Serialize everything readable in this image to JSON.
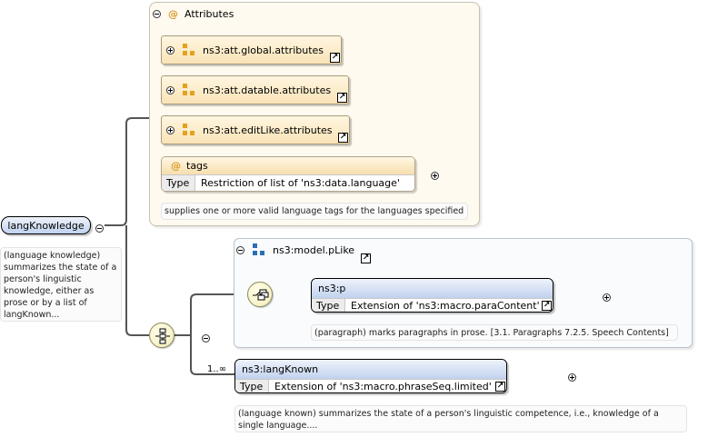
{
  "root": {
    "name": "langKnowledge",
    "doc": "(language knowledge) summarizes the state of a person's linguistic knowledge, either as prose or by a list of langKnown..."
  },
  "attributes": {
    "title": "Attributes",
    "groups": [
      {
        "label": "ns3:att.global.attributes"
      },
      {
        "label": "ns3:att.datable.attributes"
      },
      {
        "label": "ns3:att.editLike.attributes"
      }
    ],
    "tags": {
      "name": "tags",
      "type_key": "Type",
      "type_value": "Restriction of list of 'ns3:data.language'",
      "doc": "supplies one or more valid language tags for the languages specified"
    }
  },
  "model_group": {
    "label": "ns3:model.pLike",
    "p": {
      "name": "ns3:p",
      "type_key": "Type",
      "type_value": "Extension of 'ns3:macro.paraContent'",
      "doc": "(paragraph) marks paragraphs in prose. [3.1. Paragraphs 7.2.5. Speech Contents]"
    }
  },
  "lang_known": {
    "name": "ns3:langKnown",
    "cardinality": "1..∞",
    "type_key": "Type",
    "type_value": "Extension of 'ns3:macro.phraseSeq.limited'",
    "doc": "(language known) summarizes the state of a person's linguistic competence, i.e., knowledge of a single language...."
  },
  "icons": {
    "expand": "plus-circle-icon",
    "collapse": "minus-circle-icon",
    "attribute": "at-sign-icon",
    "attribute_group": "attribute-group-icon",
    "model_group": "model-group-icon",
    "shortcut": "shortcut-arrow-icon",
    "sequence": "sequence-compositor-icon",
    "choice": "choice-compositor-icon"
  },
  "colors": {
    "attribute_bg": "#f9e3b6",
    "element_bg": "#c1d2ee",
    "connector": "#555555"
  }
}
